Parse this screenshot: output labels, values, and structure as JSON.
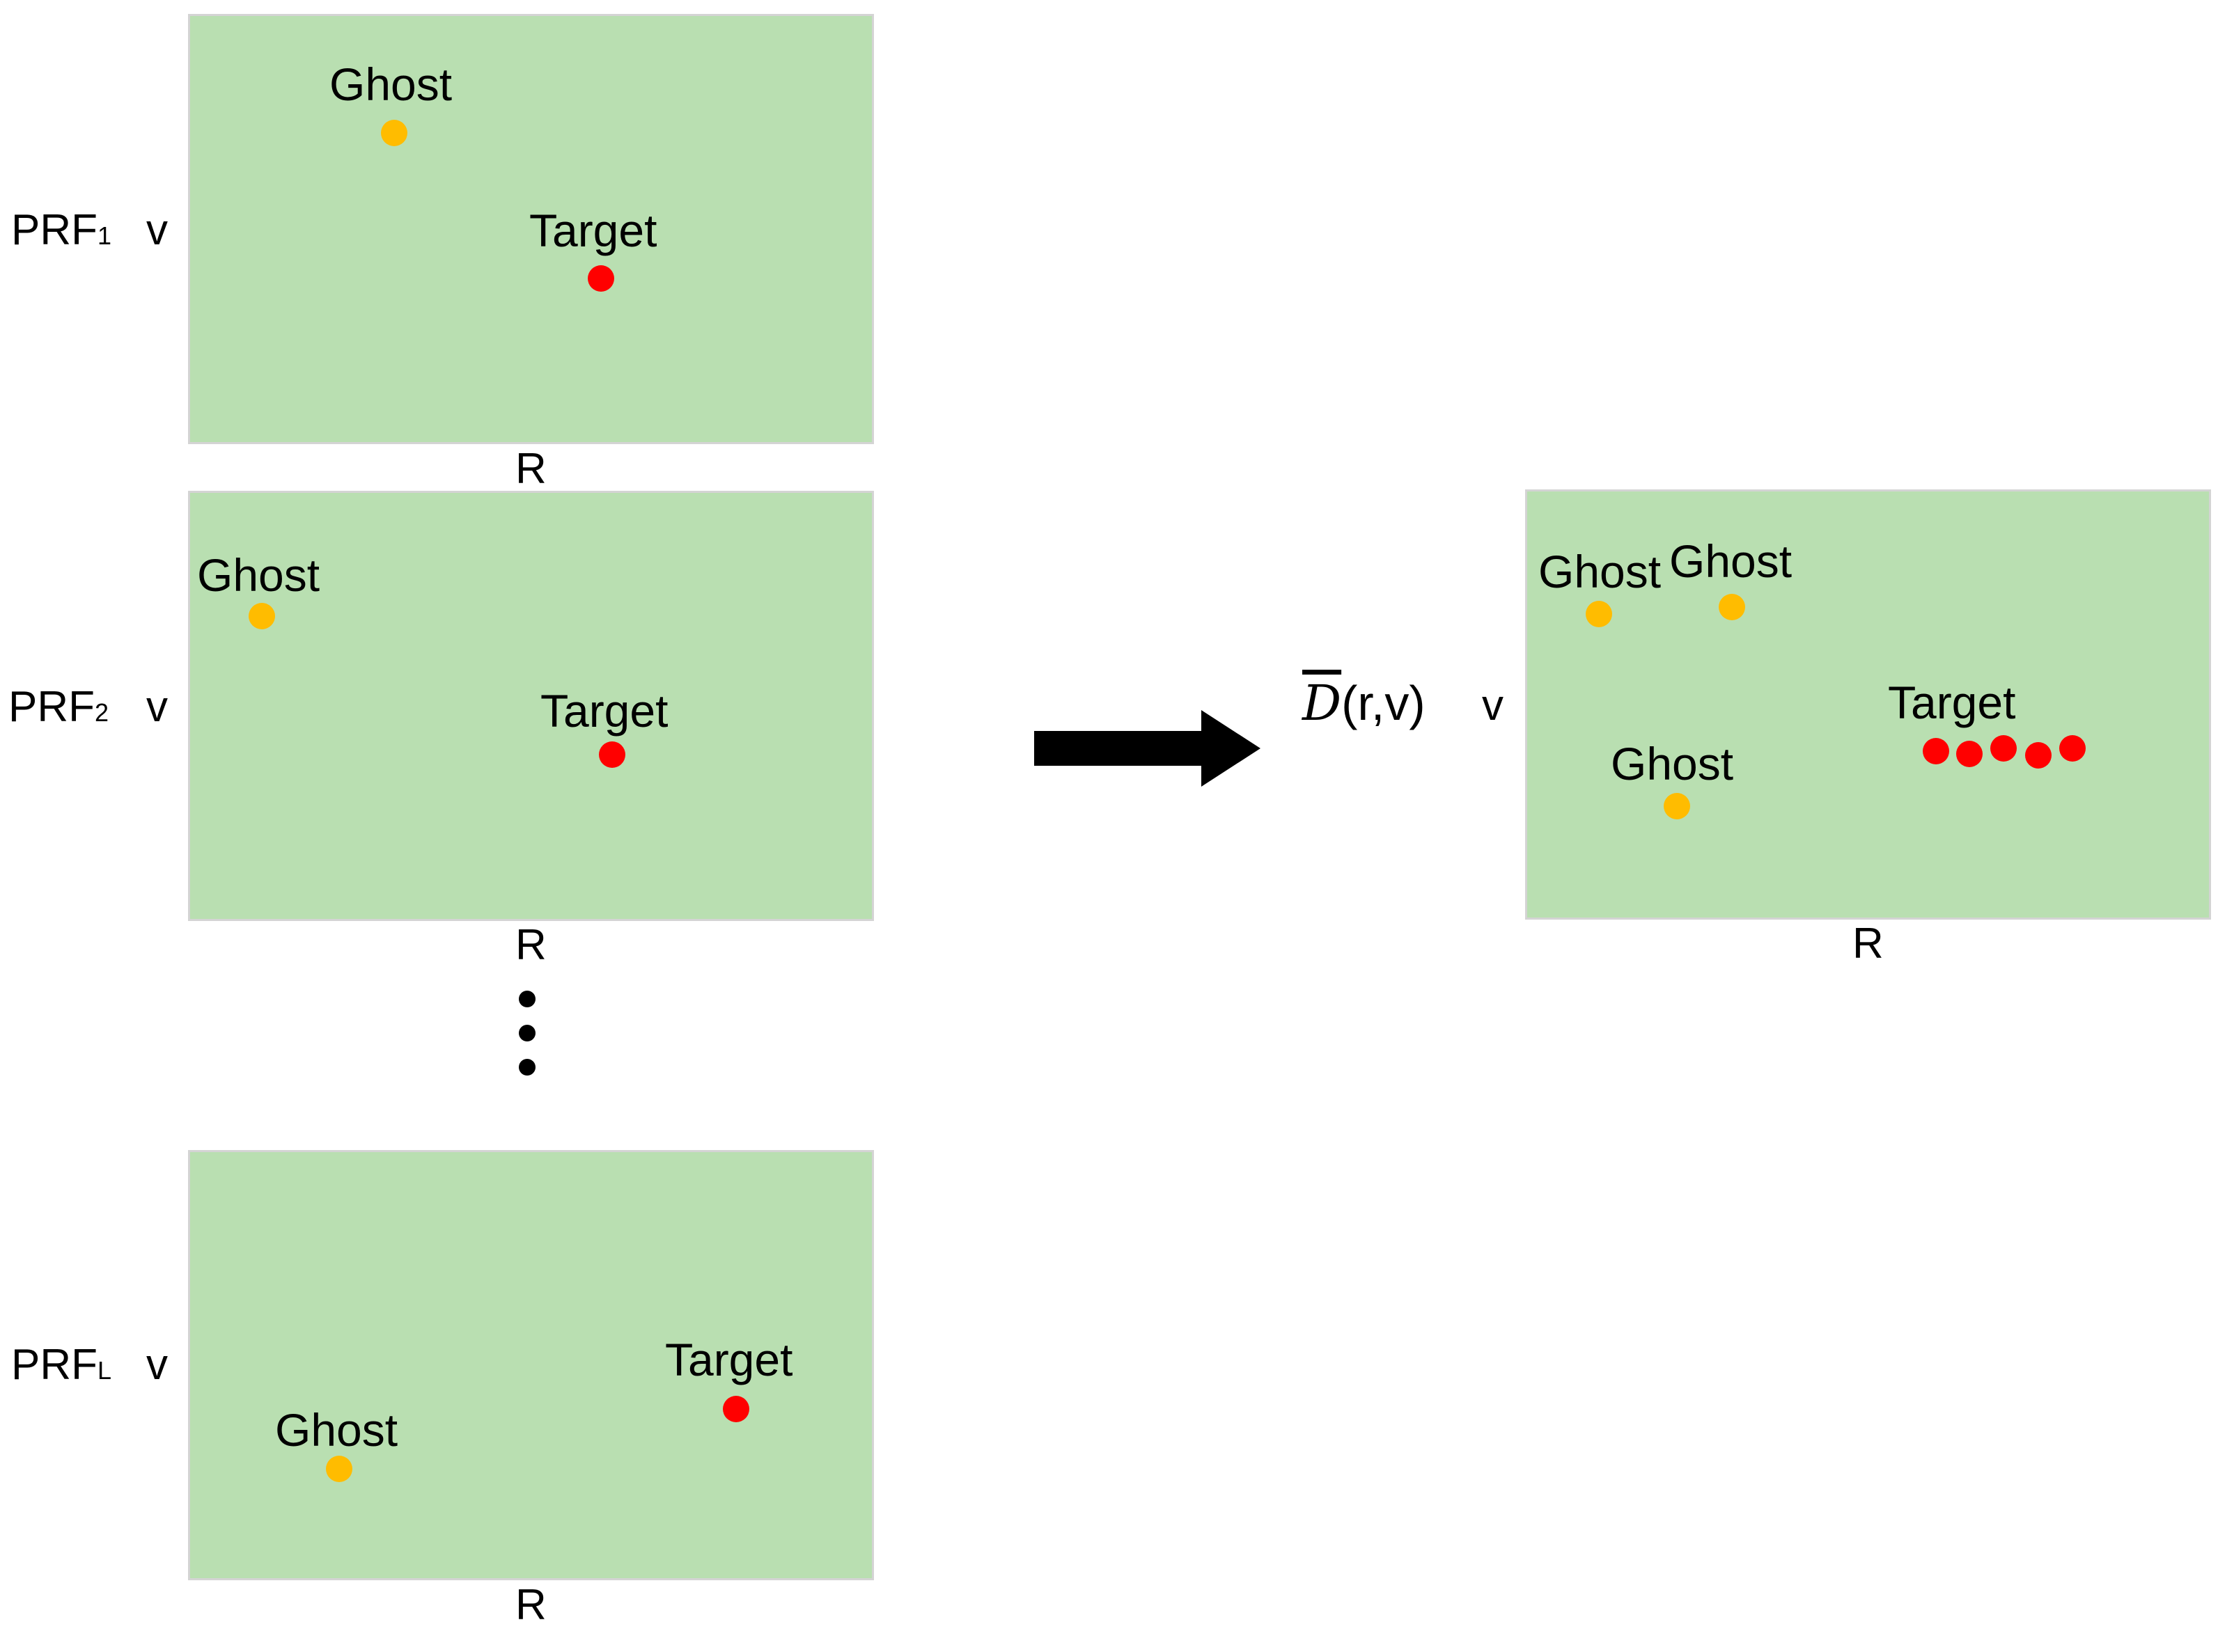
{
  "diagram": {
    "panels": [
      {
        "row_label": "PRF",
        "row_subscript": "1",
        "y_axis": "v",
        "x_axis": "R",
        "ghost_label": "Ghost",
        "target_label": "Target"
      },
      {
        "row_label": "PRF",
        "row_subscript": "2",
        "y_axis": "v",
        "x_axis": "R",
        "ghost_label": "Ghost",
        "target_label": "Target"
      },
      {
        "row_label": "PRF",
        "row_subscript": "L",
        "y_axis": "v",
        "x_axis": "R",
        "ghost_label": "Ghost",
        "target_label": "Target"
      }
    ],
    "result": {
      "formula_symbol": "D",
      "formula_args": "(r,v)",
      "y_axis": "v",
      "x_axis": "R",
      "ghost_labels": [
        "Ghost",
        "Ghost",
        "Ghost"
      ],
      "target_label": "Target"
    },
    "colors": {
      "panel_fill": "#b9dfb1",
      "ghost_marker": "#ffbc00",
      "target_marker": "#ff0000",
      "arrow": "#000000"
    },
    "icons": {
      "arrow": "right-arrow-icon",
      "ellipsis": "vertical-ellipsis-icon"
    }
  }
}
